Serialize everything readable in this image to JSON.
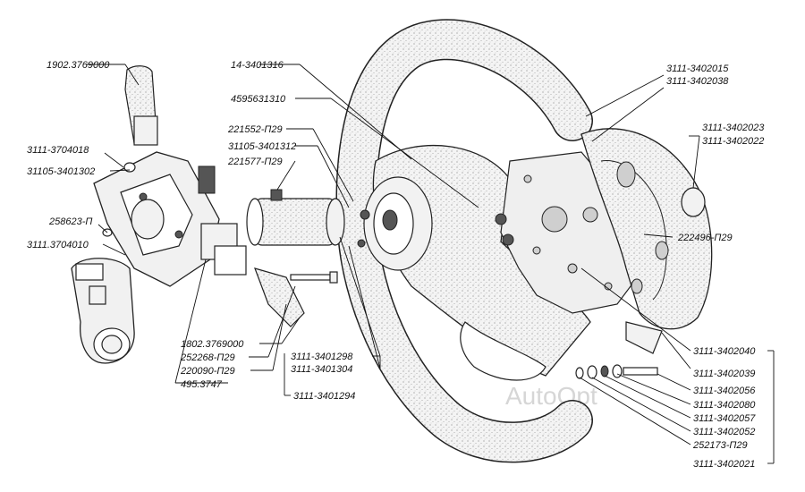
{
  "labels": {
    "l1902_3769000_top": "1902.3769000",
    "l3111_3704018": "3111-3704018",
    "l31105_3401302": "31105-3401302",
    "l258623_p": "258623-П",
    "l3111_3704010": "3111.3704010",
    "l14_3401316": "14-3401316",
    "l4595631310": "4595631310",
    "l221552_p29": "221552-П29",
    "l31105_3401312": "31105-3401312",
    "l221577_p29": "221577-П29",
    "l3111_3402015": "3111-3402015",
    "l3111_3402038": "3111-3402038",
    "l3111_3402023": "3111-3402023",
    "l3111_3402022": "3111-3402022",
    "l222496_p29": "222496-П29",
    "l1802_3769000": "1802.3769000",
    "l252268_p29": "252268-П29",
    "l220090_p29": "220090-П29",
    "l495_3747": "495.3747",
    "l3111_3401298": "3111-3401298",
    "l3111_3401304": "3111-3401304",
    "l3111_3401294": "3111-3401294",
    "l3111_3402040": "3111-3402040",
    "l3111_3402039": "3111-3402039",
    "l3111_3402056": "3111-3402056",
    "l3111_3402080": "3111-3402080",
    "l3111_3402057": "3111-3402057",
    "l3111_3402052": "3111-3402052",
    "l252173_p29": "252173-П29",
    "l3111_3402021": "3111-3402021"
  },
  "watermark": "AutoOpt"
}
